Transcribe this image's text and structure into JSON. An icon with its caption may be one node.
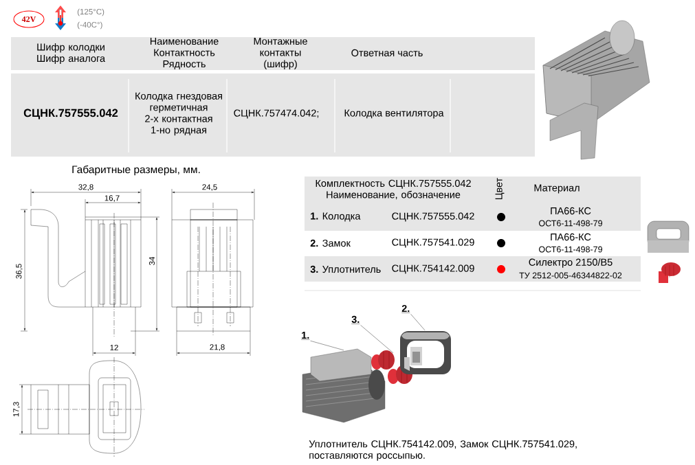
{
  "diagram": {
    "nodes": [
      {
        "text": [
          "1."
        ]
      },
      {
        "text": [
          "2."
        ]
      },
      {
        "text": [
          "3."
        ]
      },
      {
        "text": [],
        "shape": "picture"
      },
      {
        "text": [],
        "shape": "picture"
      },
      {
        "text": [],
        "shape": "picture"
      }
    ],
    "edges": [
      {
        "from": 0,
        "to": 3,
        "arrow": "none"
      },
      {
        "from": 1,
        "to": 4,
        "arrow": "none"
      },
      {
        "from": 2,
        "to": 5,
        "arrow": "none"
      }
    ],
    "labels": [
      "42V",
      "(125°C)",
      "(-40C°)",
      "Шифр колодки Шифр аналога",
      "Наименование Контактность Рядность",
      "Монтажные контакты (шифр)",
      "Ответная часть",
      "СЦНК.757555.042",
      "Колодка гнездовая герметичная 2-х контактная 1-но рядная",
      "СЦНК.757474.042;",
      "Колодка вентилятора",
      "Габаритные размеры, мм.",
      "32,8",
      "16,7",
      "24,5",
      "36,5",
      "34",
      "12",
      "21,8",
      "17,3",
      "Комплектность СЦНК.757555.042 Наименование, обозначение",
      "Цвет",
      "Материал",
      "**1.** Колодка",
      "СЦНК.757555.042",
      "ПА66-КС",
      "ОСТ6-11-498-79",
      "**2.** Замок",
      "СЦНК.757541.029",
      "ПА66-КС",
      "ОСТ6-11-498-79",
      "**3.** Уплотнитель",
      "СЦНК.754142.009",
      "Силектро 2150/В5",
      "ТУ 2512-005-46344822-02",
      "Уплотнитель СЦНК.754142.009, Замок СЦНК.757541.029, поставляются россыпью."
    ]
  }
}
